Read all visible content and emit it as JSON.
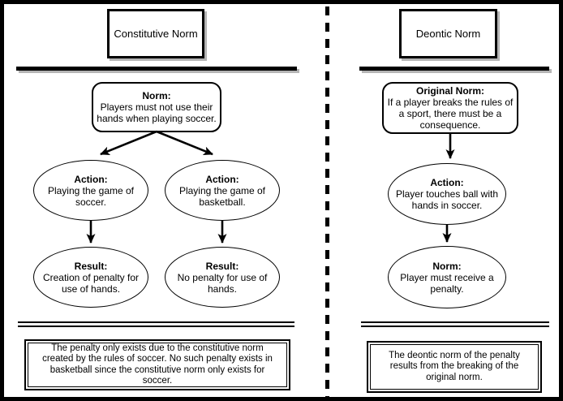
{
  "left_panel": {
    "title": "Constitutive Norm",
    "norm_node": {
      "label": "Norm:",
      "lines": [
        "Players must not use their",
        "hands when playing soccer."
      ]
    },
    "action_soccer_node": {
      "label": "Action:",
      "lines": [
        "Playing the game of",
        "soccer."
      ]
    },
    "action_basketball_node": {
      "label": "Action:",
      "lines": [
        "Playing the game of",
        "basketball."
      ]
    },
    "result_soccer_node": {
      "label": "Result:",
      "lines": [
        "Creation of penalty for",
        "use of hands."
      ]
    },
    "result_basketball_node": {
      "label": "Result:",
      "lines": [
        "No penalty for use of",
        "hands."
      ]
    },
    "caption": {
      "lines": [
        "The penalty only exists due to the constitutive norm",
        "created by the rules of soccer. No such penalty exists in",
        "basketball since the constitutive norm only exists for",
        "soccer."
      ]
    }
  },
  "right_panel": {
    "title": "Deontic Norm",
    "original_norm_node": {
      "label": "Original Norm:",
      "lines": [
        "If a player breaks the rules of",
        "a sport, there must be a",
        "consequence."
      ]
    },
    "action_node": {
      "label": "Action:",
      "lines": [
        "Player touches ball with",
        "hands in soccer."
      ]
    },
    "norm_node": {
      "label": "Norm:",
      "lines": [
        "Player must receive a",
        "penalty."
      ]
    },
    "caption": {
      "lines": [
        "The deontic norm of the penalty",
        "results from the breaking of the",
        "original norm."
      ]
    }
  },
  "colors": {
    "ink": "#000000",
    "shadow_gray": "#b5b5b5",
    "background": "#ffffff"
  }
}
